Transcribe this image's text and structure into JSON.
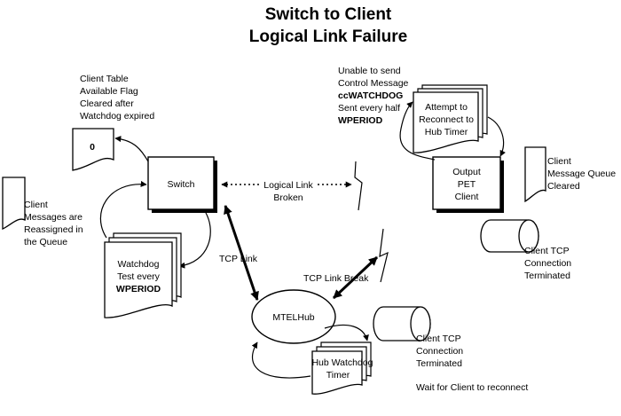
{
  "title": [
    "Switch  to Client",
    "Logical Link Failure"
  ],
  "nodes": {
    "client_table_flag": {
      "icon": "document-icon",
      "value": "0"
    },
    "switch": {
      "label": "Switch"
    },
    "output_pet_client": {
      "label": [
        "Output",
        "PET",
        "Client"
      ]
    },
    "mtel_hub": {
      "label": "MTELHub"
    },
    "watchdog_test": {
      "label": [
        "Watchdog",
        "Test every",
        "WPERIOD"
      ]
    },
    "reconnect_timer": {
      "label": [
        "Attempt to",
        "Reconnect to",
        "Hub Timer"
      ]
    },
    "hub_watchdog_timer": {
      "label": [
        "Hub Watchdog",
        "Timer"
      ]
    },
    "client_doc_left": {
      "icon": "document-icon"
    },
    "client_msg_queue_doc": {
      "icon": "document-icon"
    },
    "client_tcp_cylinder_right": {
      "icon": "cylinder-icon"
    },
    "client_tcp_cylinder_bottom": {
      "icon": "cylinder-icon"
    }
  },
  "annotations": {
    "client_table_note": [
      "Client Table",
      "Available Flag",
      "Cleared after",
      "Watchdog expired"
    ],
    "unable_to_send": [
      "Unable to send",
      "Control Message",
      "ccWATCHDOG",
      "Sent every half",
      "WPERIOD"
    ],
    "client_messages_reassigned": [
      "Client",
      "Messages are",
      "Reassigned in",
      "the Queue"
    ],
    "client_message_queue_cleared": [
      "Client",
      "Message Queue",
      "Cleared"
    ],
    "client_tcp_terminated_right": [
      "Client TCP",
      "Connection",
      "Terminated"
    ],
    "client_tcp_terminated_bottom": [
      "Client TCP",
      "Connection",
      "Terminated"
    ],
    "wait_for_client": "Wait for Client to reconnect"
  },
  "links": {
    "logical_link_broken": [
      "Logical Link",
      "Broken"
    ],
    "tcp_link": "TCP Link",
    "tcp_link_break": "TCP Link Break"
  }
}
